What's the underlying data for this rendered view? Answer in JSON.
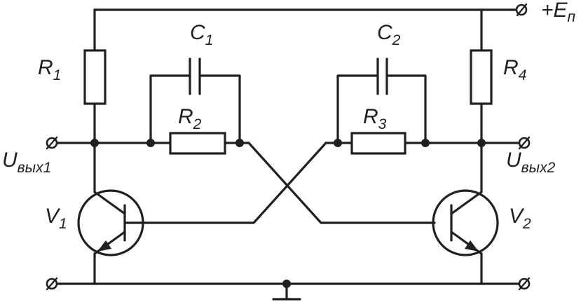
{
  "colors": {
    "ink": "#231f20",
    "background": "#ffffff"
  },
  "labels": {
    "supply": {
      "prefix": "+",
      "main": "E",
      "sub": "п"
    },
    "r1": {
      "main": "R",
      "sub": "1"
    },
    "r2": {
      "main": "R",
      "sub": "2"
    },
    "r3": {
      "main": "R",
      "sub": "3"
    },
    "r4": {
      "main": "R",
      "sub": "4"
    },
    "c1": {
      "main": "C",
      "sub": "1"
    },
    "c2": {
      "main": "C",
      "sub": "2"
    },
    "v1": {
      "main": "V",
      "sub": "1"
    },
    "v2": {
      "main": "V",
      "sub": "2"
    },
    "out1": {
      "main": "U",
      "sub": "вых1"
    },
    "out2": {
      "main": "U",
      "sub": "вых2"
    }
  }
}
